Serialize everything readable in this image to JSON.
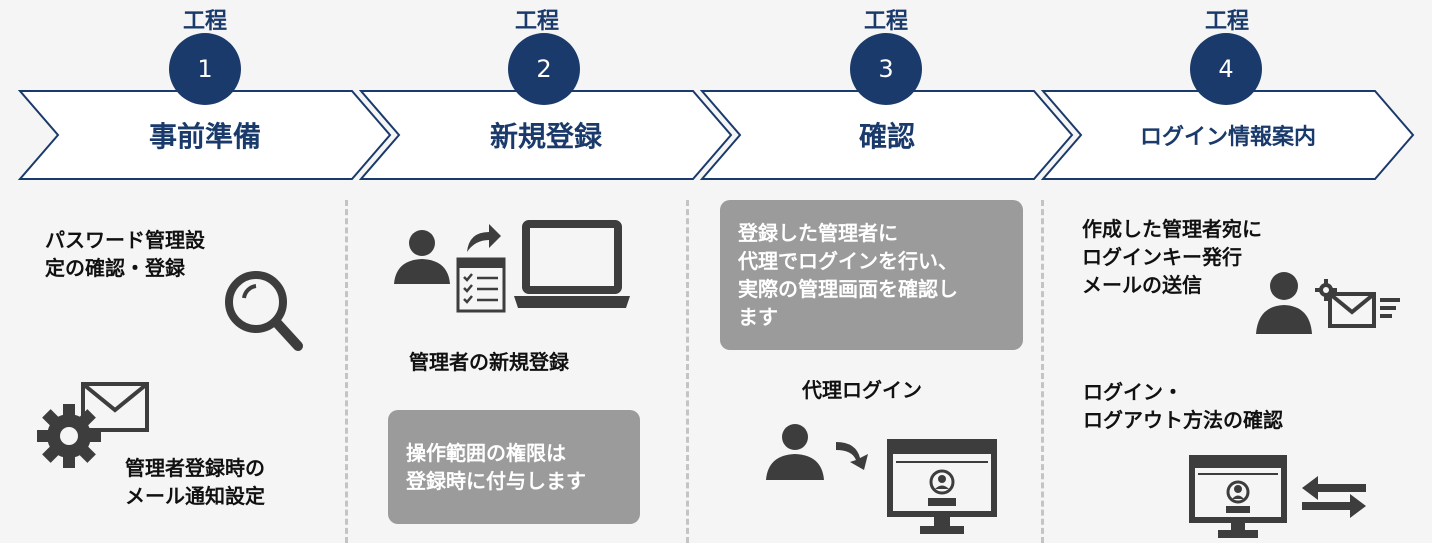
{
  "steps": [
    {
      "label": "工程",
      "number": "1",
      "title": "事前準備"
    },
    {
      "label": "工程",
      "number": "2",
      "title": "新規登録"
    },
    {
      "label": "工程",
      "number": "3",
      "title": "確認"
    },
    {
      "label": "工程",
      "number": "4",
      "title": "ログイン情報案内"
    }
  ],
  "col1": {
    "item1_line1": "パスワード管理設",
    "item1_line2": "定の確認・登録",
    "item2_line1": "管理者登録時の",
    "item2_line2": "メール通知設定"
  },
  "col2": {
    "caption": "管理者の新規登録",
    "box_line1": "操作範囲の権限は",
    "box_line2": "登録時に付与します"
  },
  "col3": {
    "box_line1": "登録した管理者に",
    "box_line2": "代理でログインを行い、",
    "box_line3": "実際の管理画面を確認し",
    "box_line4": "ます",
    "caption": "代理ログイン"
  },
  "col4": {
    "item1_line1": "作成した管理者宛に",
    "item1_line2": "ログインキー発行",
    "item1_line3": "メールの送信",
    "item2_line1": "ログイン・",
    "item2_line2": "ログアウト方法の確認"
  },
  "colors": {
    "navy": "#1a3a6b",
    "gray_box": "#9b9b9b",
    "icon": "#3d3d3d"
  },
  "icons": [
    "magnifier-icon",
    "gear-mail-icon",
    "person-icon",
    "arrow-icon",
    "checklist-icon",
    "laptop-icon",
    "monitor-user-icon",
    "person-mail-icon",
    "swap-arrows-icon"
  ]
}
